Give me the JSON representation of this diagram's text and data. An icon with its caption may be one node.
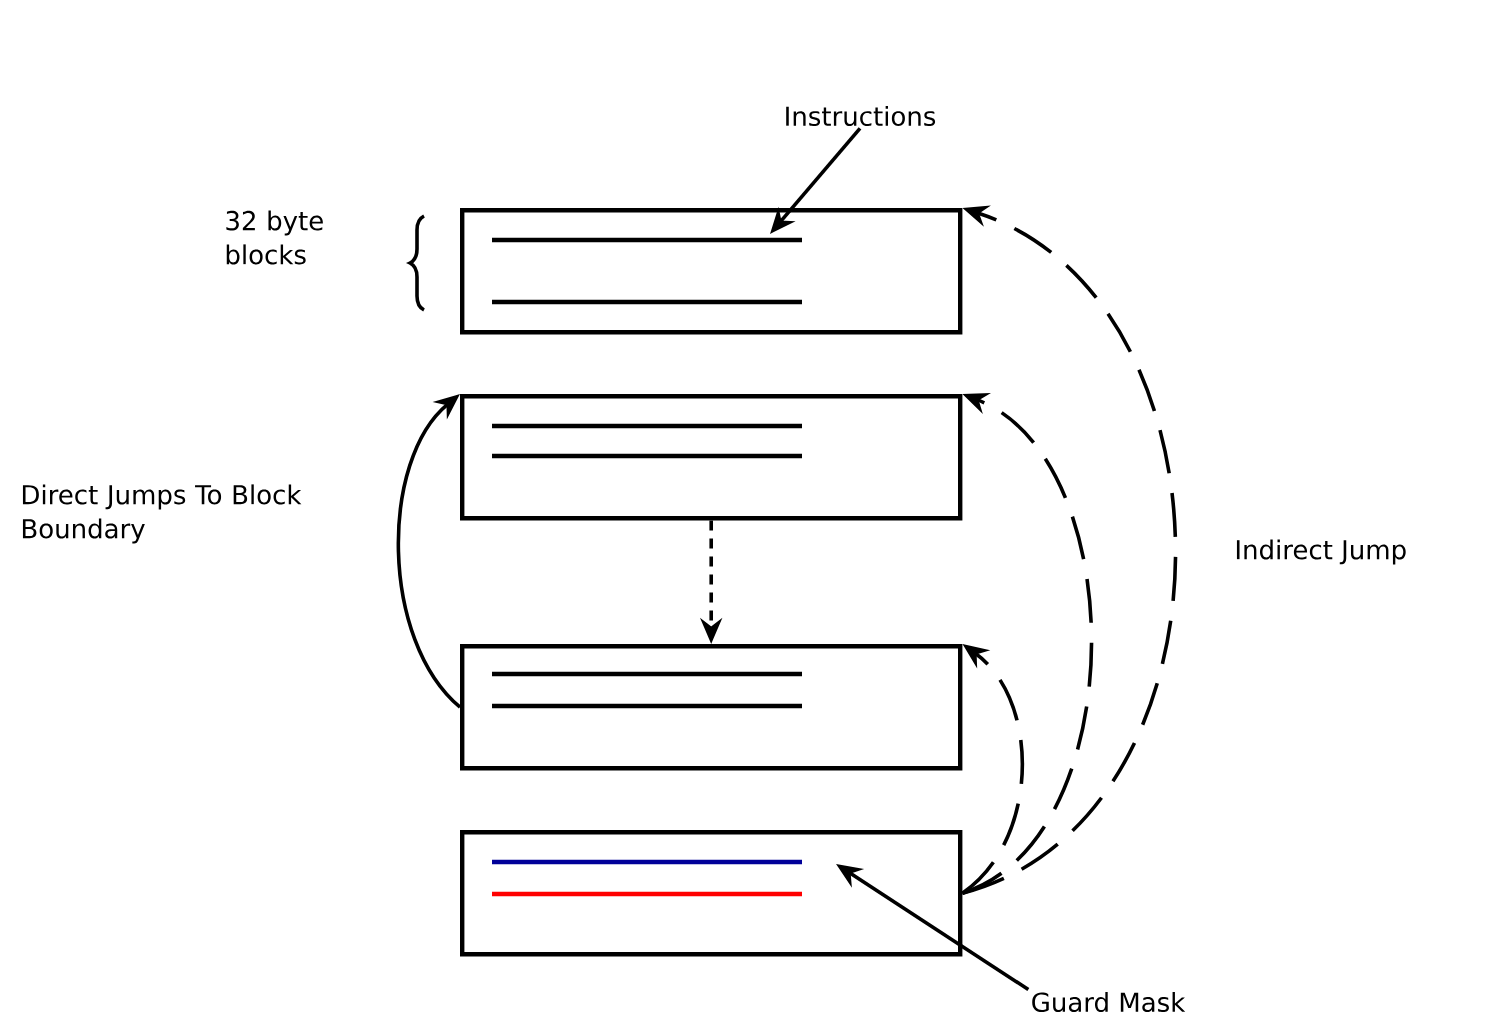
{
  "diagram": {
    "nodes": [
      {
        "text": [
          "Instructions"
        ]
      },
      {
        "text": [],
        "shape": "box"
      },
      {
        "text": [],
        "shape": "box"
      },
      {
        "text": [],
        "shape": "box"
      },
      {
        "text": [],
        "shape": "box"
      },
      {
        "text": [
          "Guard Mask"
        ]
      }
    ],
    "edges": [
      {
        "from": 0,
        "to": 1,
        "arrow": "to"
      },
      {
        "from": 3,
        "to": 2,
        "arrow": "to"
      },
      {
        "from": 2,
        "to": 3,
        "arrow": "to",
        "style": "dashed"
      },
      {
        "from": 4,
        "to": 1,
        "arrow": "to",
        "style": "dashed"
      },
      {
        "from": 4,
        "to": 2,
        "arrow": "to",
        "style": "dashed"
      },
      {
        "from": 4,
        "to": 3,
        "arrow": "to",
        "style": "dashed"
      },
      {
        "from": 5,
        "to": 4,
        "arrow": "to"
      }
    ],
    "labels": [
      "32 byte blocks",
      "Direct Jumps To Block Boundary",
      "Indirect Jump"
    ]
  }
}
